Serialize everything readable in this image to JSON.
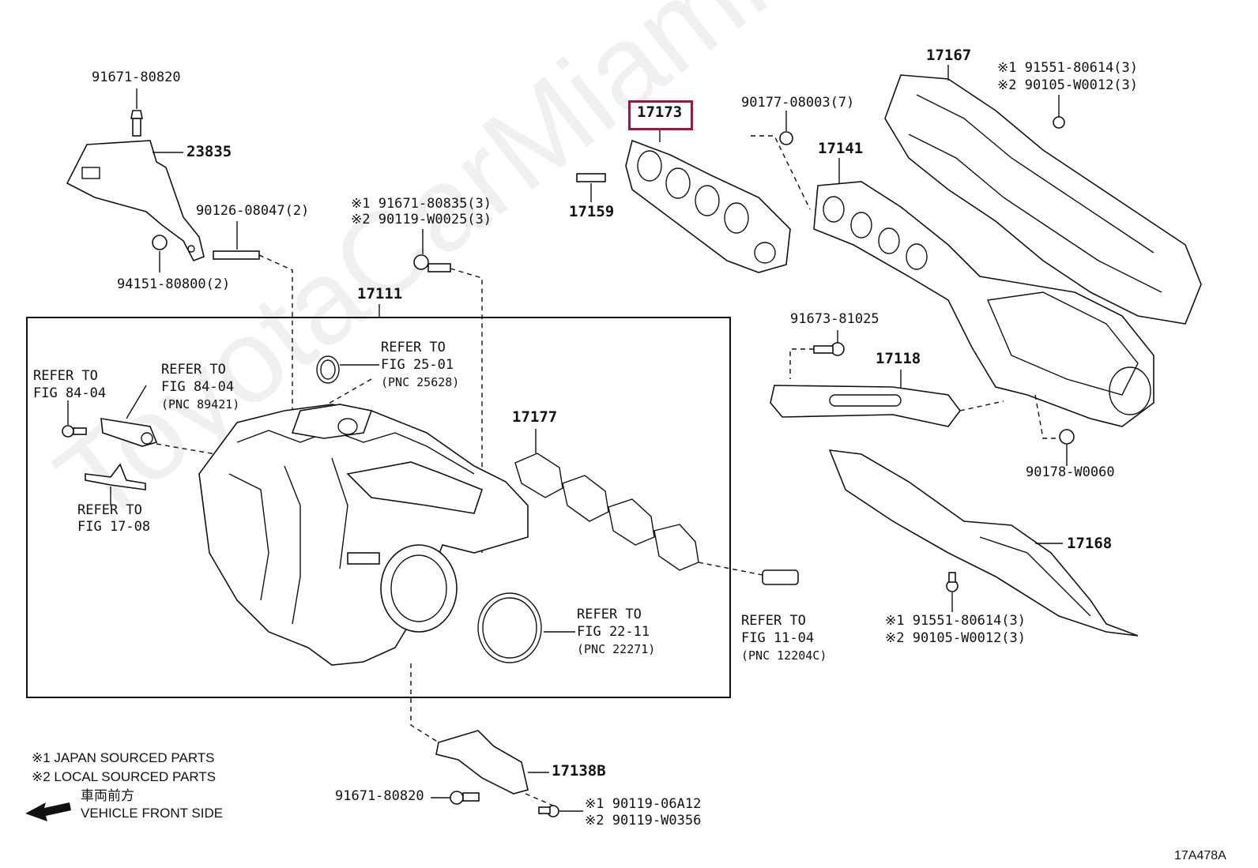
{
  "diagram_code": "17A478A",
  "watermark": "ToyotaCarMiami.com",
  "highlighted_part": "17173",
  "group_box_label": "17111",
  "parts": {
    "p91671_80820_top": "91671-80820",
    "p23835": "23835",
    "p90126": "90126-08047(2)",
    "p94151": "94151-80800(2)",
    "p91671_80835": "※1 91671-80835(3)",
    "p90119_W0025": "※2 90119-W0025(3)",
    "p17173": "17173",
    "p17159": "17159",
    "p90177": "90177-08003(7)",
    "p17141": "17141",
    "p17167": "17167",
    "p91551_top": "※1 91551-80614(3)",
    "p90105_top": "※2 90105-W0012(3)",
    "p91673": "91673-81025",
    "p17118": "17118",
    "p90178": "90178-W0060",
    "p17168": "17168",
    "p91551_bottom": "※1 91551-80614(3)",
    "p90105_bottom": "※2 90105-W0012(3)",
    "p17177": "17177",
    "p17138B": "17138B",
    "p91671_80820_bottom": "91671-80820",
    "p90119_06A12": "※1 90119-06A12",
    "p90119_W0356": "※2 90119-W0356"
  },
  "refs": {
    "r84_left": [
      "REFER TO",
      "FIG 84-04"
    ],
    "r84_right": [
      "REFER TO",
      "FIG 84-04",
      "(PNC 89421)"
    ],
    "r25": [
      "REFER TO",
      "FIG 25-01",
      "(PNC 25628)"
    ],
    "r17": [
      "REFER TO",
      "FIG 17-08"
    ],
    "r22": [
      "REFER TO",
      "FIG 22-11",
      "(PNC 22271)"
    ],
    "r11": [
      "REFER TO",
      "FIG 11-04",
      "(PNC 12204C)"
    ]
  },
  "legend": {
    "japan": "※1 JAPAN SOURCED PARTS",
    "local": "※2 LOCAL SOURCED PARTS",
    "front_jp": "車両前方",
    "front_en": "VEHICLE FRONT SIDE"
  }
}
